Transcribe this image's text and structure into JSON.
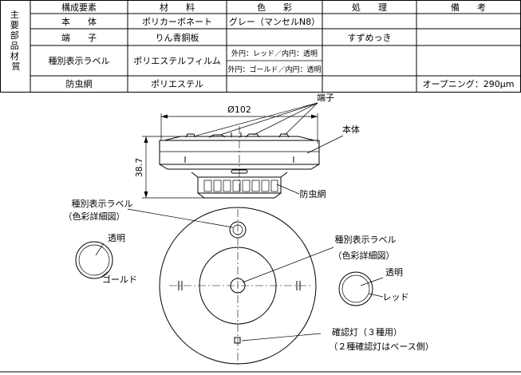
{
  "table": {
    "side_label": "主要部品材質",
    "headers": {
      "component": "構成要素",
      "material": "材　　料",
      "color": "色　　彩",
      "treatment": "処　　理",
      "remarks": "備　　考"
    },
    "rows": [
      {
        "component": "本　　体",
        "material": "ポリカーボネート",
        "color": "グレー（マンセルN8）",
        "treatment": "",
        "remarks": ""
      },
      {
        "component": "端　　子",
        "material": "りん青銅板",
        "color": "",
        "treatment": "すずめっき",
        "remarks": ""
      },
      {
        "component": "種別表示ラベル",
        "material": "ポリエステルフィルム",
        "color_lines": [
          "外円：レッド／内円：透明",
          "外円：ゴールド／内円：透明"
        ],
        "treatment": "",
        "remarks": ""
      },
      {
        "component": "防虫網",
        "material": "ポリエステル",
        "color": "",
        "treatment": "",
        "remarks": "オープニング：290μm"
      }
    ]
  },
  "drawing": {
    "dim_diameter": "Ø102",
    "dim_height": "38.7",
    "labels": {
      "terminal": "端子",
      "body": "本体",
      "insect_net": "防虫網",
      "type_label_left": [
        "種別表示ラベル",
        "（色彩詳細図）"
      ],
      "type_label_center": [
        "種別表示ラベル",
        "（色彩詳細図）"
      ],
      "clear_left": "透明",
      "gold": "ゴールド",
      "clear_right": "透明",
      "red": "レッド",
      "lamp": [
        "確認灯（３種用）",
        "（２種確認灯はベース側）"
      ]
    }
  }
}
